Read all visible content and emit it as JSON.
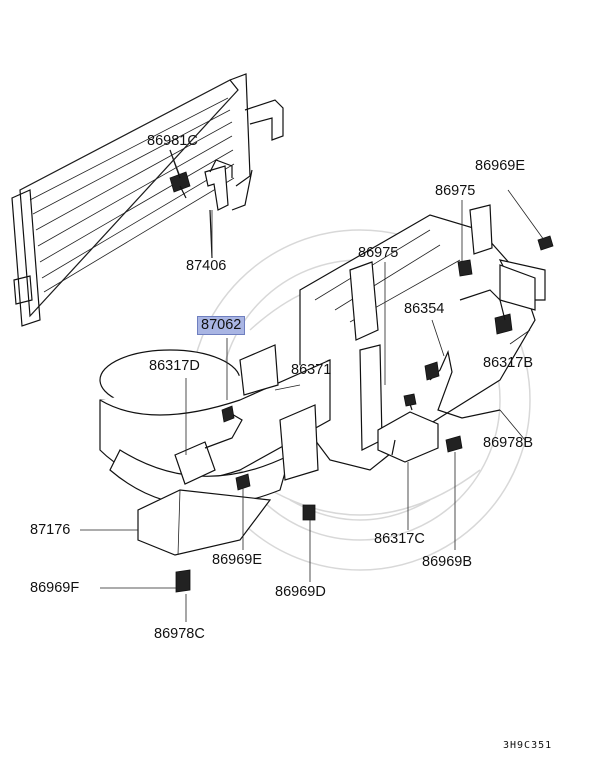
{
  "labels": {
    "p86981C": "86981C",
    "p87406": "87406",
    "p86969E_top": "86969E",
    "p86975_top": "86975",
    "p86975_mid": "86975",
    "p86354": "86354",
    "p87062": "87062",
    "p86317D": "86317D",
    "p86371": "86371",
    "p86317B": "86317B",
    "p86978B": "86978B",
    "p87176": "87176",
    "p86969E_low": "86969E",
    "p86317C": "86317C",
    "p86969B": "86969B",
    "p86969F": "86969F",
    "p86969D": "86969D",
    "p86978C": "86978C"
  },
  "diagram_code": "3H9C351",
  "colors": {
    "highlight": "#a9b5e3",
    "line": "#111111"
  }
}
